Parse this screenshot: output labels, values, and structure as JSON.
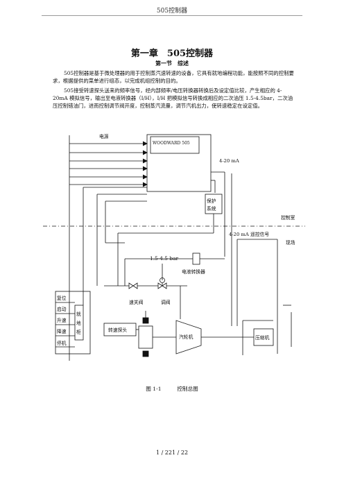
{
  "header": {
    "text": "505控制器"
  },
  "chapter_title": "第一章　505控制器",
  "section_title": "第一节　综述",
  "paragraphs": [
    "505控制器是基于微处理器的用于控制蒸汽速转速的设备，它具有就地编程功能，能按照不同的控制要求，根据提供的菜单进行组态，以完成机组控制的目的。",
    "505接受转速探头送来的频率信号，经内部频率/电压转换器转换后及设定值比较，产生相应的 4-20mA 模拟信号，输出至电液转换器（I/H），I/H 把模拟信号转换成相应的二次油压 1.5-4.5bar，二次油压控制错油门，进而控制调节阀开度，控制蒸汽流量，调节汽机出力，使转速稳定在设定值。"
  ],
  "diagram": {
    "power_label": "电源",
    "controller_label": "WOODWARD 505",
    "signal_4_20": "4-20 mA",
    "protection_label_1": "保护",
    "protection_label_2": "系统",
    "control_room": "控制室",
    "remote_signal": "4-20 mA  遥控信号",
    "field": "现场",
    "pressure": "1.5-4.5 bar",
    "transducer": "电液转换器",
    "trip_valve": "速关阀",
    "control_valve": "调阀",
    "buttons": [
      "复位",
      "启动",
      "升速",
      "降速",
      "停机"
    ],
    "local_box": [
      "就",
      "地",
      "柜"
    ],
    "speed_probe": "转速探头",
    "turbine": "汽轮机",
    "compressor": "压缩机"
  },
  "caption": "图 1-1　　　控制总图",
  "footer": "1  /  221  /  22"
}
